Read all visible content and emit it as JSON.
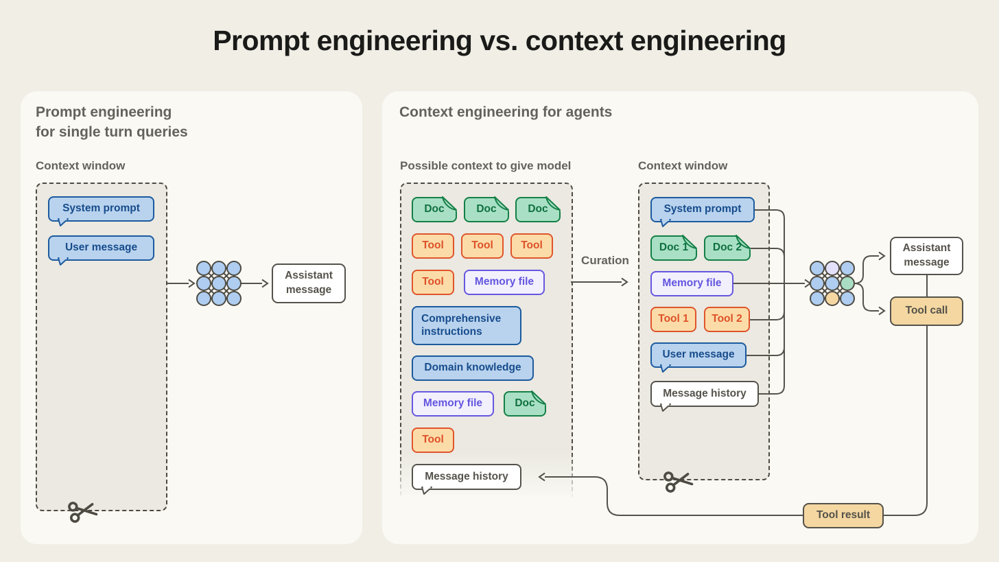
{
  "title": "Prompt engineering vs. context engineering",
  "left": {
    "heading_line1": "Prompt engineering",
    "heading_line2": "for single turn queries",
    "context_window_label": "Context window",
    "system_prompt": "System prompt",
    "user_message": "User message",
    "assistant_message": "Assistant message"
  },
  "right": {
    "heading": "Context engineering for agents",
    "pool_label": "Possible context to give model",
    "window_label": "Context window",
    "curation_label": "Curation",
    "pool": {
      "items": [
        "Doc",
        "Doc",
        "Doc",
        "Tool",
        "Tool",
        "Tool",
        "Tool",
        "Memory file",
        "Comprehensive instructions",
        "Domain knowledge",
        "Memory file",
        "Doc",
        "Tool",
        "Message history"
      ]
    },
    "window": {
      "system_prompt": "System prompt",
      "doc1": "Doc 1",
      "doc2": "Doc 2",
      "memory_file": "Memory file",
      "tool1": "Tool 1",
      "tool2": "Tool 2",
      "user_message": "User message",
      "message_history": "Message history"
    },
    "outputs": {
      "assistant_message": "Assistant message",
      "tool_call": "Tool call",
      "tool_result": "Tool result"
    }
  },
  "icons": [
    "scissors-icon",
    "neural-network-icon",
    "arrow"
  ],
  "colors": {
    "page_bg": "#F0EEE5",
    "panel_bg": "#FAF9F4",
    "box_fill": "#EBE9E1",
    "line": "#54524A",
    "blue_fill": "#B9D3EE",
    "blue_border": "#1C5A9E",
    "green_fill": "#A9E0C5",
    "green_border": "#157F47",
    "orange_fill": "#FBDCA9",
    "orange_border": "#E0542B",
    "purple_fill": "#F2F0FD",
    "purple_border": "#6656E0",
    "tan_fill": "#F4D7A1",
    "node_blue": "#AECDF0",
    "node_lavender": "#E3E0F9",
    "node_green": "#A9DEC5",
    "node_orange": "#F4D7A1",
    "heading_text": "#63625B",
    "title_text": "#1A1A18"
  }
}
